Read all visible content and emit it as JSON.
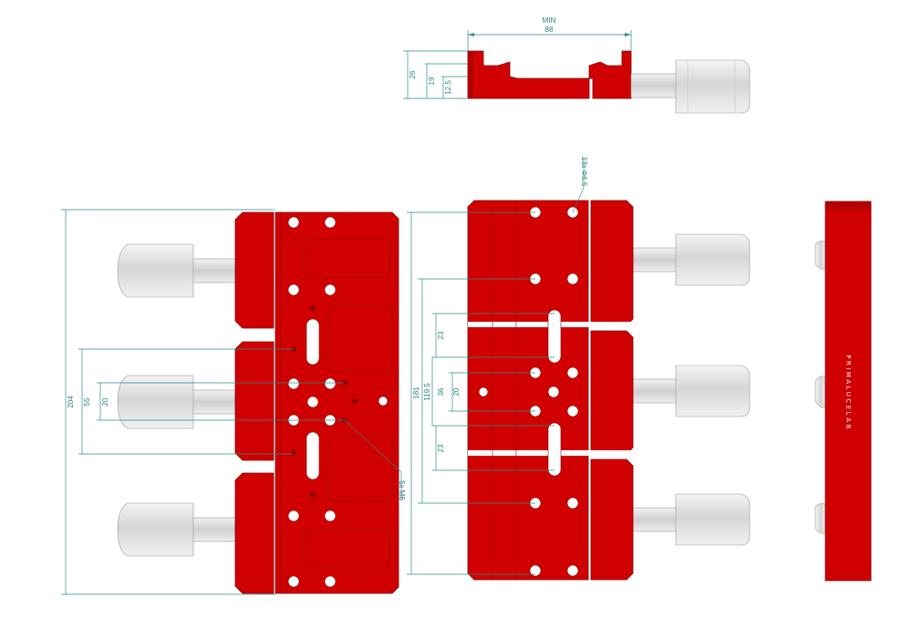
{
  "colors": {
    "plate": "#d10000",
    "plate_edge": "#7a0000",
    "dimension_line": "#2e8b8b",
    "knob": "#e4e4e4",
    "background": "#ffffff"
  },
  "views": {
    "top": {
      "width_min_label": "MIN",
      "width_value": "88",
      "height_total": "26",
      "height_mid": "19",
      "height_small": "12.5"
    },
    "left": {
      "length_total": "204",
      "spacing_outer": "55",
      "spacing_inner": "20",
      "thread_callout": "5x M6"
    },
    "middle": {
      "hole_callout": "13x Φ6.5",
      "length_181": "181",
      "length_119": "119.5",
      "slot_upper": "23",
      "spacing_36": "36",
      "spacing_20": "20",
      "slot_lower": "23"
    },
    "side": {
      "brand_text": "PRIMALUCELAB"
    }
  }
}
